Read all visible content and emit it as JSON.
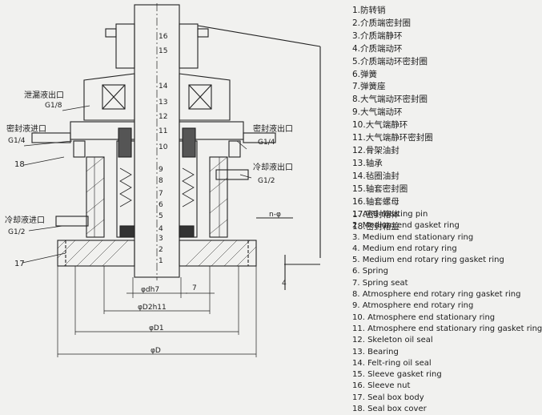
{
  "legend_cn": [
    "1.防转销",
    "2.介质端密封圈",
    "3.介质端静环",
    "4.介质端动环",
    "5.介质端动环密封圈",
    "6.弹簧",
    "7.弹簧座",
    "8.大气端动环密封圈",
    "9.大气端动环",
    "10.大气端静环",
    "11.大气端静环密封圈",
    "12.骨架油封",
    "13.轴承",
    "14.毡圈油封",
    "15.轴套密封圈",
    "16.轴套螺母",
    "17.密封箱体",
    "18.密封箱盖"
  ],
  "legend_en": [
    "1. Anti-rotating pin",
    "2. Medium end gasket ring",
    "3. Medium end stationary ring",
    "4. Medium end rotary ring",
    "5. Medium end rotary ring gasket ring",
    "6. Spring",
    "7. Spring seat",
    "8. Atmosphere end rotary ring gasket ring",
    "9. Atmosphere end rotary ring",
    "10. Atmosphere end stationary ring",
    "11. Atmosphere end stationary ring gasket ring",
    "12. Skeleton oil seal",
    "13. Bearing",
    "14. Felt-ring oil seal",
    "15. Sleeve gasket ring",
    "16. Sleeve nut",
    "17. Seal box body",
    "18. Seal box cover"
  ],
  "drawing": {
    "leak_outlet_cn": "泄漏液出口",
    "leak_outlet_size": "G1/8",
    "seal_inlet_cn": "密封液进口",
    "seal_inlet_size": "G1/4",
    "seal_outlet_cn": "密封液出口",
    "seal_outlet_size": "G1/4",
    "cool_outlet_cn": "冷却液出口",
    "cool_outlet_size": "G1/2",
    "cool_inlet_cn": "冷却液进口",
    "cool_inlet_size": "G1/2",
    "ref_18": "18",
    "ref_17": "17",
    "shaft_numbers": [
      "16",
      "15",
      "14",
      "13",
      "12",
      "11",
      "10",
      "9",
      "8",
      "7",
      "6",
      "5",
      "4",
      "3",
      "2",
      "1"
    ],
    "dim_n": "n-φ",
    "dim_d": "φdh7",
    "dim_7": "7",
    "dim_4": "4",
    "dim_d2": "φD2h11",
    "dim_d1": "φD1",
    "dim_D": "φD"
  }
}
